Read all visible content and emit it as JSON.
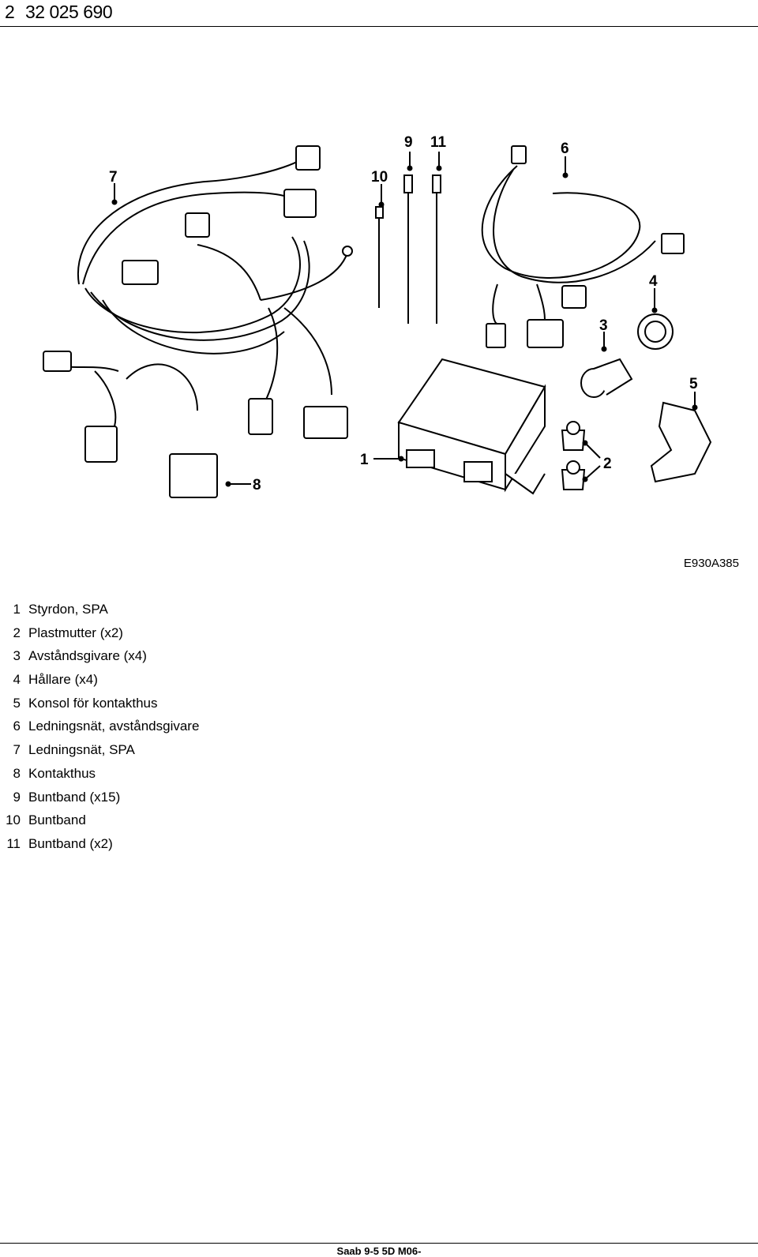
{
  "header": {
    "page_number": "2",
    "document_number": "32 025 690"
  },
  "figure": {
    "callouts": [
      "1",
      "2",
      "3",
      "4",
      "5",
      "6",
      "7",
      "8",
      "9",
      "10",
      "11"
    ],
    "code": "E930A385"
  },
  "legend": [
    {
      "num": "1",
      "text": "Styrdon, SPA"
    },
    {
      "num": "2",
      "text": "Plastmutter (x2)"
    },
    {
      "num": "3",
      "text": "Avståndsgivare (x4)"
    },
    {
      "num": "4",
      "text": "Hållare (x4)"
    },
    {
      "num": "5",
      "text": "Konsol för kontakthus"
    },
    {
      "num": "6",
      "text": "Ledningsnät, avståndsgivare"
    },
    {
      "num": "7",
      "text": "Ledningsnät, SPA"
    },
    {
      "num": "8",
      "text": "Kontakthus"
    },
    {
      "num": "9",
      "text": "Buntband (x15)"
    },
    {
      "num": "10",
      "text": "Buntband"
    },
    {
      "num": "11",
      "text": "Buntband (x2)"
    }
  ],
  "footer": {
    "text": "Saab 9-5 5D M06-"
  }
}
